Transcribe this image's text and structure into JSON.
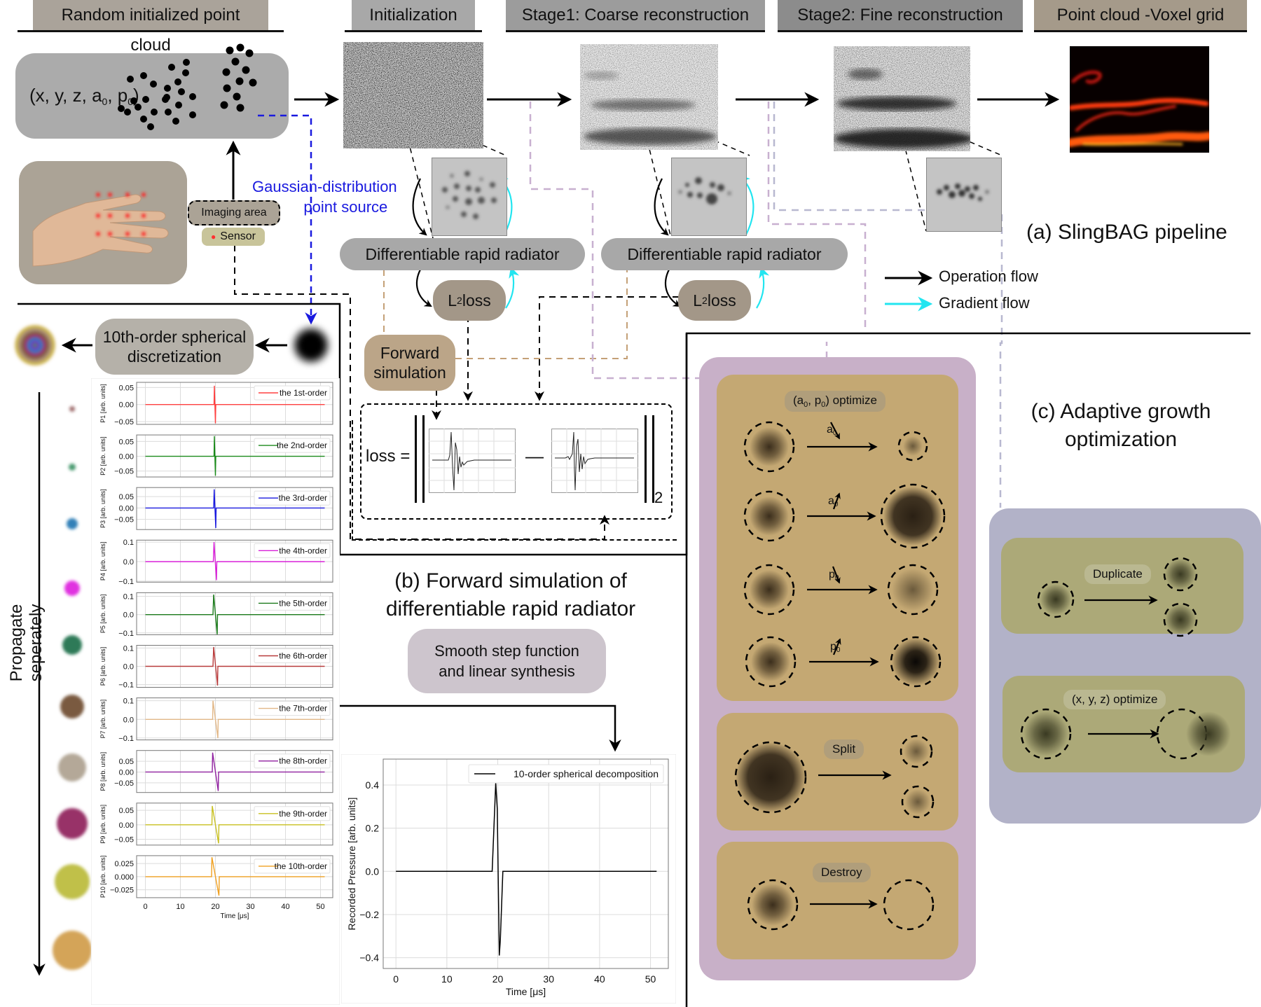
{
  "headers": {
    "random_cloud": "Random initialized point cloud",
    "initialization": "Initialization",
    "stage1": "Stage1: Coarse reconstruction",
    "stage2": "Stage2: Fine reconstruction",
    "voxel": "Point cloud -Voxel grid"
  },
  "point_params": {
    "prefix": "(x, y, z, a",
    "sub1": "0",
    "mid": ", p",
    "sub2": "0",
    "suffix": ")"
  },
  "imaging_area": "Imaging area",
  "sensor": "Sensor",
  "gaussian_label": {
    "line1": "Gaussian-distribution",
    "line2": "point source"
  },
  "radiator_label": "Differentiable rapid radiator",
  "l2_loss": {
    "prefix": "L",
    "sub": "2",
    "suffix": " loss"
  },
  "panel_a_title": "(a) SlingBAG pipeline",
  "legend": {
    "operation": "Operation flow",
    "gradient": "Gradient flow"
  },
  "discretization_label": {
    "line1": "10th-order spherical",
    "line2": "discretization"
  },
  "forward_sim": {
    "line1": "Forward",
    "line2": "simulation"
  },
  "loss_eq": {
    "lhs": "loss =",
    "minus": "—",
    "norm_sub": "2"
  },
  "panel_b_title": {
    "line1": "(b) Forward simulation of",
    "line2": "differentiable rapid radiator"
  },
  "smooth_step": {
    "line1": "Smooth step function",
    "line2": "and linear synthesis"
  },
  "propagate_label": "Propagate seperately",
  "panel_c_title": {
    "line1": "(c) Adaptive growth",
    "line2": "optimization"
  },
  "adaptive": {
    "ap_optimize": {
      "prefix": "(a",
      "s1": "0",
      "mid": ", p",
      "s2": "0",
      "suffix": ") optimize"
    },
    "rows": [
      {
        "param": "a",
        "sub": "0",
        "dir": "down"
      },
      {
        "param": "a",
        "sub": "0",
        "dir": "up"
      },
      {
        "param": "p",
        "sub": "0",
        "dir": "down"
      },
      {
        "param": "p",
        "sub": "0",
        "dir": "up"
      }
    ],
    "split": "Split",
    "destroy": "Destroy",
    "duplicate": "Duplicate",
    "xyz_optimize": "(x, y, z) optimize"
  },
  "colors": {
    "operation_flow": "#000000",
    "gradient_flow": "#22e5f0",
    "gaussian_link": "#1a1adf",
    "purple_panel": "#c8b0c8",
    "tan_box": "#c4a873",
    "blue_panel": "#b2b2c8",
    "olive_box": "#aca978"
  },
  "chart_data": [
    {
      "type": "line",
      "title": "Per-order spherical shell pressure signals",
      "xlabel": "Time [μs]",
      "xlim": [
        -2.5,
        53.5
      ],
      "xticks": [
        0,
        10,
        20,
        30,
        40,
        50
      ],
      "grid": true,
      "legend_position": "top-right",
      "subplots": [
        {
          "ylabel": "P1 [arb. units]",
          "legend": "the 1st-order",
          "color": "#ff4040",
          "yticks": [
            "0.05",
            "0.00",
            "−0.05"
          ],
          "ytick_values": [
            0.05,
            0,
            -0.05
          ],
          "ylim": [
            -0.058,
            0.065
          ],
          "pulse": {
            "t_start": 19.6,
            "t_peak": 19.7,
            "peak": 0.055,
            "t_trough": 20.0,
            "trough": -0.055,
            "t_end": 20.1
          }
        },
        {
          "ylabel": "P2 [arb. units]",
          "legend": "the 2nd-order",
          "color": "#1a8a1a",
          "yticks": [
            "0.05",
            "0.00",
            "−0.05"
          ],
          "ytick_values": [
            0.05,
            0,
            -0.05
          ],
          "ylim": [
            -0.07,
            0.072
          ],
          "pulse": {
            "t_start": 19.6,
            "t_peak": 19.7,
            "peak": 0.068,
            "t_trough": 20.0,
            "trough": -0.066,
            "t_end": 20.1
          }
        },
        {
          "ylabel": "P3 [arb. units]",
          "legend": "the 3rd-order",
          "color": "#1a1adf",
          "yticks": [
            "0.05",
            "0.00",
            "−0.05"
          ],
          "ytick_values": [
            0.05,
            0,
            -0.05
          ],
          "ylim": [
            -0.095,
            0.09
          ],
          "pulse": {
            "t_start": 19.5,
            "t_peak": 19.65,
            "peak": 0.082,
            "t_trough": 20.1,
            "trough": -0.088,
            "t_end": 20.2
          }
        },
        {
          "ylabel": "P4 [arb. units]",
          "legend": "the 4th-order",
          "color": "#d820d8",
          "yticks": [
            "0.1",
            "0.0",
            "−0.1"
          ],
          "ytick_values": [
            0.1,
            0,
            -0.1
          ],
          "ylim": [
            -0.105,
            0.11
          ],
          "pulse": {
            "t_start": 19.4,
            "t_peak": 19.6,
            "peak": 0.1,
            "t_trough": 20.3,
            "trough": -0.095,
            "t_end": 20.4
          }
        },
        {
          "ylabel": "P5 [arb. units]",
          "legend": "the 5th-order",
          "color": "#1a7a1a",
          "yticks": [
            "0.1",
            "0.0",
            "−0.1"
          ],
          "ytick_values": [
            0.1,
            0,
            -0.1
          ],
          "ylim": [
            -0.11,
            0.12
          ],
          "pulse": {
            "t_start": 19.3,
            "t_peak": 19.5,
            "peak": 0.11,
            "t_trough": 20.5,
            "trough": -0.108,
            "t_end": 20.6
          }
        },
        {
          "ylabel": "P6 [arb. units]",
          "legend": "the 6th-order",
          "color": "#b83a3a",
          "yticks": [
            "0.1",
            "0.0",
            "−0.1"
          ],
          "ytick_values": [
            0.1,
            0,
            -0.1
          ],
          "ylim": [
            -0.115,
            0.115
          ],
          "pulse": {
            "t_start": 19.3,
            "t_peak": 19.5,
            "peak": 0.106,
            "t_trough": 20.6,
            "trough": -0.105,
            "t_end": 20.7
          }
        },
        {
          "ylabel": "P7 [arb. units]",
          "legend": "the 7th-order",
          "color": "#e2b888",
          "yticks": [
            "0.1",
            "0.0",
            "−0.1"
          ],
          "ytick_values": [
            0.1,
            0,
            -0.1
          ],
          "ylim": [
            -0.11,
            0.115
          ],
          "pulse": {
            "t_start": 19.2,
            "t_peak": 19.3,
            "peak": 0.1,
            "t_trough": 20.7,
            "trough": -0.1,
            "t_end": 20.8
          }
        },
        {
          "ylabel": "P8 [arb. units]",
          "legend": "the 8th-order",
          "color": "#9020a0",
          "yticks": [
            "0.05",
            "0.00",
            "−0.05"
          ],
          "ytick_values": [
            0.05,
            0,
            -0.05
          ],
          "ylim": [
            -0.095,
            0.1
          ],
          "pulse": {
            "t_start": 19.1,
            "t_peak": 19.2,
            "peak": 0.09,
            "t_trough": 20.8,
            "trough": -0.088,
            "t_end": 20.9
          }
        },
        {
          "ylabel": "P9 [arb. units]",
          "legend": "the 9th-order",
          "color": "#c8c020",
          "yticks": [
            "0.05",
            "0.00",
            "−0.05"
          ],
          "ytick_values": [
            0.05,
            0,
            -0.05
          ],
          "ylim": [
            -0.07,
            0.075
          ],
          "pulse": {
            "t_start": 19.0,
            "t_peak": 19.1,
            "peak": 0.065,
            "t_trough": 20.9,
            "trough": -0.064,
            "t_end": 21.0
          }
        },
        {
          "ylabel": "P10 [arb. units]",
          "legend": "the 10th-order",
          "color": "#f0a020",
          "yticks": [
            "0.025",
            "0.000",
            "−0.025"
          ],
          "ytick_values": [
            0.025,
            0,
            -0.025
          ],
          "ylim": [
            -0.04,
            0.04
          ],
          "pulse": {
            "t_start": 18.9,
            "t_peak": 19.0,
            "peak": 0.037,
            "t_trough": 21.0,
            "trough": -0.036,
            "t_end": 21.1
          }
        }
      ]
    },
    {
      "type": "line",
      "title": "",
      "xlabel": "Time [μs]",
      "ylabel": "Recorded Pressure [arb. units]",
      "xlim": [
        -2.5,
        53.5
      ],
      "ylim": [
        -0.45,
        0.52
      ],
      "xticks": [
        0,
        10,
        20,
        30,
        40,
        50
      ],
      "yticks": [
        "0.4",
        "0.2",
        "0.0",
        "−0.2",
        "−0.4"
      ],
      "ytick_values": [
        0.4,
        0.2,
        0.0,
        -0.2,
        -0.4
      ],
      "grid": true,
      "legend_position": "top-right",
      "series": [
        {
          "name": "10-order spherical decomposition",
          "color": "#000000",
          "x": [
            0,
            18.9,
            19.6,
            19.9,
            20.3,
            20.5,
            21.0,
            51.2
          ],
          "y": [
            0,
            0,
            0.41,
            0.29,
            -0.39,
            -0.32,
            0,
            0
          ]
        }
      ]
    }
  ]
}
